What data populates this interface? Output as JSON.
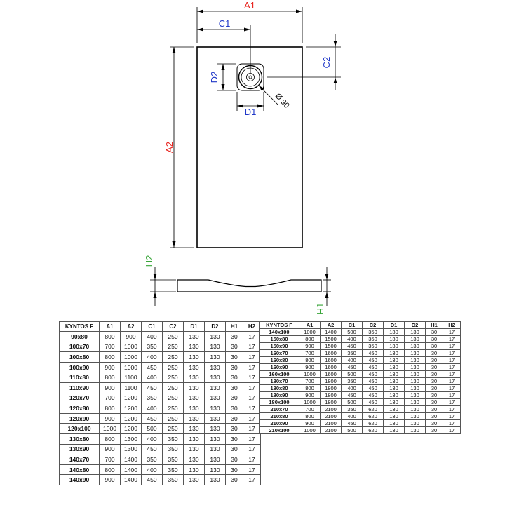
{
  "drawing": {
    "labels": {
      "a1": "A1",
      "a2": "A2",
      "c1": "C1",
      "c2": "C2",
      "d1": "D1",
      "d2": "D2",
      "h1": "H1",
      "h2": "H2",
      "diameter": "Ø 90"
    },
    "colors": {
      "red": "#e8251f",
      "blue": "#2038c8",
      "green": "#3aa63a",
      "orange": "#e8820a",
      "black": "#111111"
    }
  },
  "tables": [
    {
      "headers": [
        {
          "label": "KYNTOS F",
          "color": "black"
        },
        {
          "label": "A1",
          "color": "red"
        },
        {
          "label": "A2",
          "color": "red"
        },
        {
          "label": "C1",
          "color": "orange"
        },
        {
          "label": "C2",
          "color": "blue"
        },
        {
          "label": "D1",
          "color": "blue"
        },
        {
          "label": "D2",
          "color": "blue"
        },
        {
          "label": "H1",
          "color": "green"
        },
        {
          "label": "H2",
          "color": "green"
        }
      ],
      "rows": [
        [
          "90x80",
          "800",
          "900",
          "400",
          "250",
          "130",
          "130",
          "30",
          "17"
        ],
        [
          "100x70",
          "700",
          "1000",
          "350",
          "250",
          "130",
          "130",
          "30",
          "17"
        ],
        [
          "100x80",
          "800",
          "1000",
          "400",
          "250",
          "130",
          "130",
          "30",
          "17"
        ],
        [
          "100x90",
          "900",
          "1000",
          "450",
          "250",
          "130",
          "130",
          "30",
          "17"
        ],
        [
          "110x80",
          "800",
          "1100",
          "400",
          "250",
          "130",
          "130",
          "30",
          "17"
        ],
        [
          "110x90",
          "900",
          "1100",
          "450",
          "250",
          "130",
          "130",
          "30",
          "17"
        ],
        [
          "120x70",
          "700",
          "1200",
          "350",
          "250",
          "130",
          "130",
          "30",
          "17"
        ],
        [
          "120x80",
          "800",
          "1200",
          "400",
          "250",
          "130",
          "130",
          "30",
          "17"
        ],
        [
          "120x90",
          "900",
          "1200",
          "450",
          "250",
          "130",
          "130",
          "30",
          "17"
        ],
        [
          "120x100",
          "1000",
          "1200",
          "500",
          "250",
          "130",
          "130",
          "30",
          "17"
        ],
        [
          "130x80",
          "800",
          "1300",
          "400",
          "350",
          "130",
          "130",
          "30",
          "17"
        ],
        [
          "130x90",
          "900",
          "1300",
          "450",
          "350",
          "130",
          "130",
          "30",
          "17"
        ],
        [
          "140x70",
          "700",
          "1400",
          "350",
          "350",
          "130",
          "130",
          "30",
          "17"
        ],
        [
          "140x80",
          "800",
          "1400",
          "400",
          "350",
          "130",
          "130",
          "30",
          "17"
        ],
        [
          "140x90",
          "900",
          "1400",
          "450",
          "350",
          "130",
          "130",
          "30",
          "17"
        ]
      ]
    },
    {
      "headers": [
        {
          "label": "KYNTOS F",
          "color": "black"
        },
        {
          "label": "A1",
          "color": "red"
        },
        {
          "label": "A2",
          "color": "red"
        },
        {
          "label": "C1",
          "color": "orange"
        },
        {
          "label": "C2",
          "color": "blue"
        },
        {
          "label": "D1",
          "color": "blue"
        },
        {
          "label": "D2",
          "color": "blue"
        },
        {
          "label": "H1",
          "color": "green"
        },
        {
          "label": "H2",
          "color": "green"
        }
      ],
      "rows": [
        [
          "140x100",
          "1000",
          "1400",
          "500",
          "350",
          "130",
          "130",
          "30",
          "17"
        ],
        [
          "150x80",
          "800",
          "1500",
          "400",
          "350",
          "130",
          "130",
          "30",
          "17"
        ],
        [
          "150x90",
          "900",
          "1500",
          "450",
          "350",
          "130",
          "130",
          "30",
          "17"
        ],
        [
          "160x70",
          "700",
          "1600",
          "350",
          "450",
          "130",
          "130",
          "30",
          "17"
        ],
        [
          "160x80",
          "800",
          "1600",
          "400",
          "450",
          "130",
          "130",
          "30",
          "17"
        ],
        [
          "160x90",
          "900",
          "1600",
          "450",
          "450",
          "130",
          "130",
          "30",
          "17"
        ],
        [
          "160x100",
          "1000",
          "1600",
          "500",
          "450",
          "130",
          "130",
          "30",
          "17"
        ],
        [
          "180x70",
          "700",
          "1800",
          "350",
          "450",
          "130",
          "130",
          "30",
          "17"
        ],
        [
          "180x80",
          "800",
          "1800",
          "400",
          "450",
          "130",
          "130",
          "30",
          "17"
        ],
        [
          "180x90",
          "900",
          "1800",
          "450",
          "450",
          "130",
          "130",
          "30",
          "17"
        ],
        [
          "180x100",
          "1000",
          "1800",
          "500",
          "450",
          "130",
          "130",
          "30",
          "17"
        ],
        [
          "210x70",
          "700",
          "2100",
          "350",
          "620",
          "130",
          "130",
          "30",
          "17"
        ],
        [
          "210x80",
          "800",
          "2100",
          "400",
          "620",
          "130",
          "130",
          "30",
          "17"
        ],
        [
          "210x90",
          "900",
          "2100",
          "450",
          "620",
          "130",
          "130",
          "30",
          "17"
        ],
        [
          "210x100",
          "1000",
          "2100",
          "500",
          "620",
          "130",
          "130",
          "30",
          "17"
        ]
      ]
    }
  ]
}
